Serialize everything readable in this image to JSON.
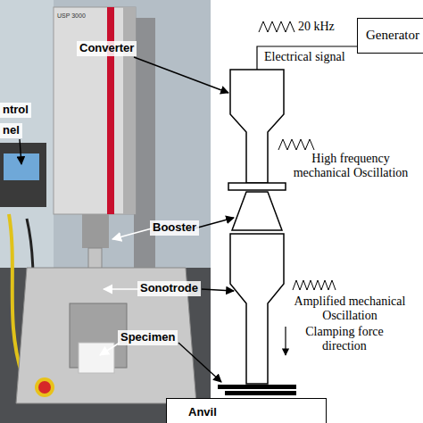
{
  "diagram": {
    "nodes": [
      {
        "text": [
          "Generator"
        ]
      },
      {
        "text": [
          "Anvil"
        ]
      }
    ],
    "labels": [
      "20 kHz",
      "Electrical signal",
      "Converter",
      "ntrol",
      "nel",
      "USP 3000",
      "High frequency mechanical Oscillation",
      "Booster",
      "Sonotrode",
      "Amplified mechanical Oscillation",
      "Clamping force direction",
      "Specimen"
    ]
  }
}
